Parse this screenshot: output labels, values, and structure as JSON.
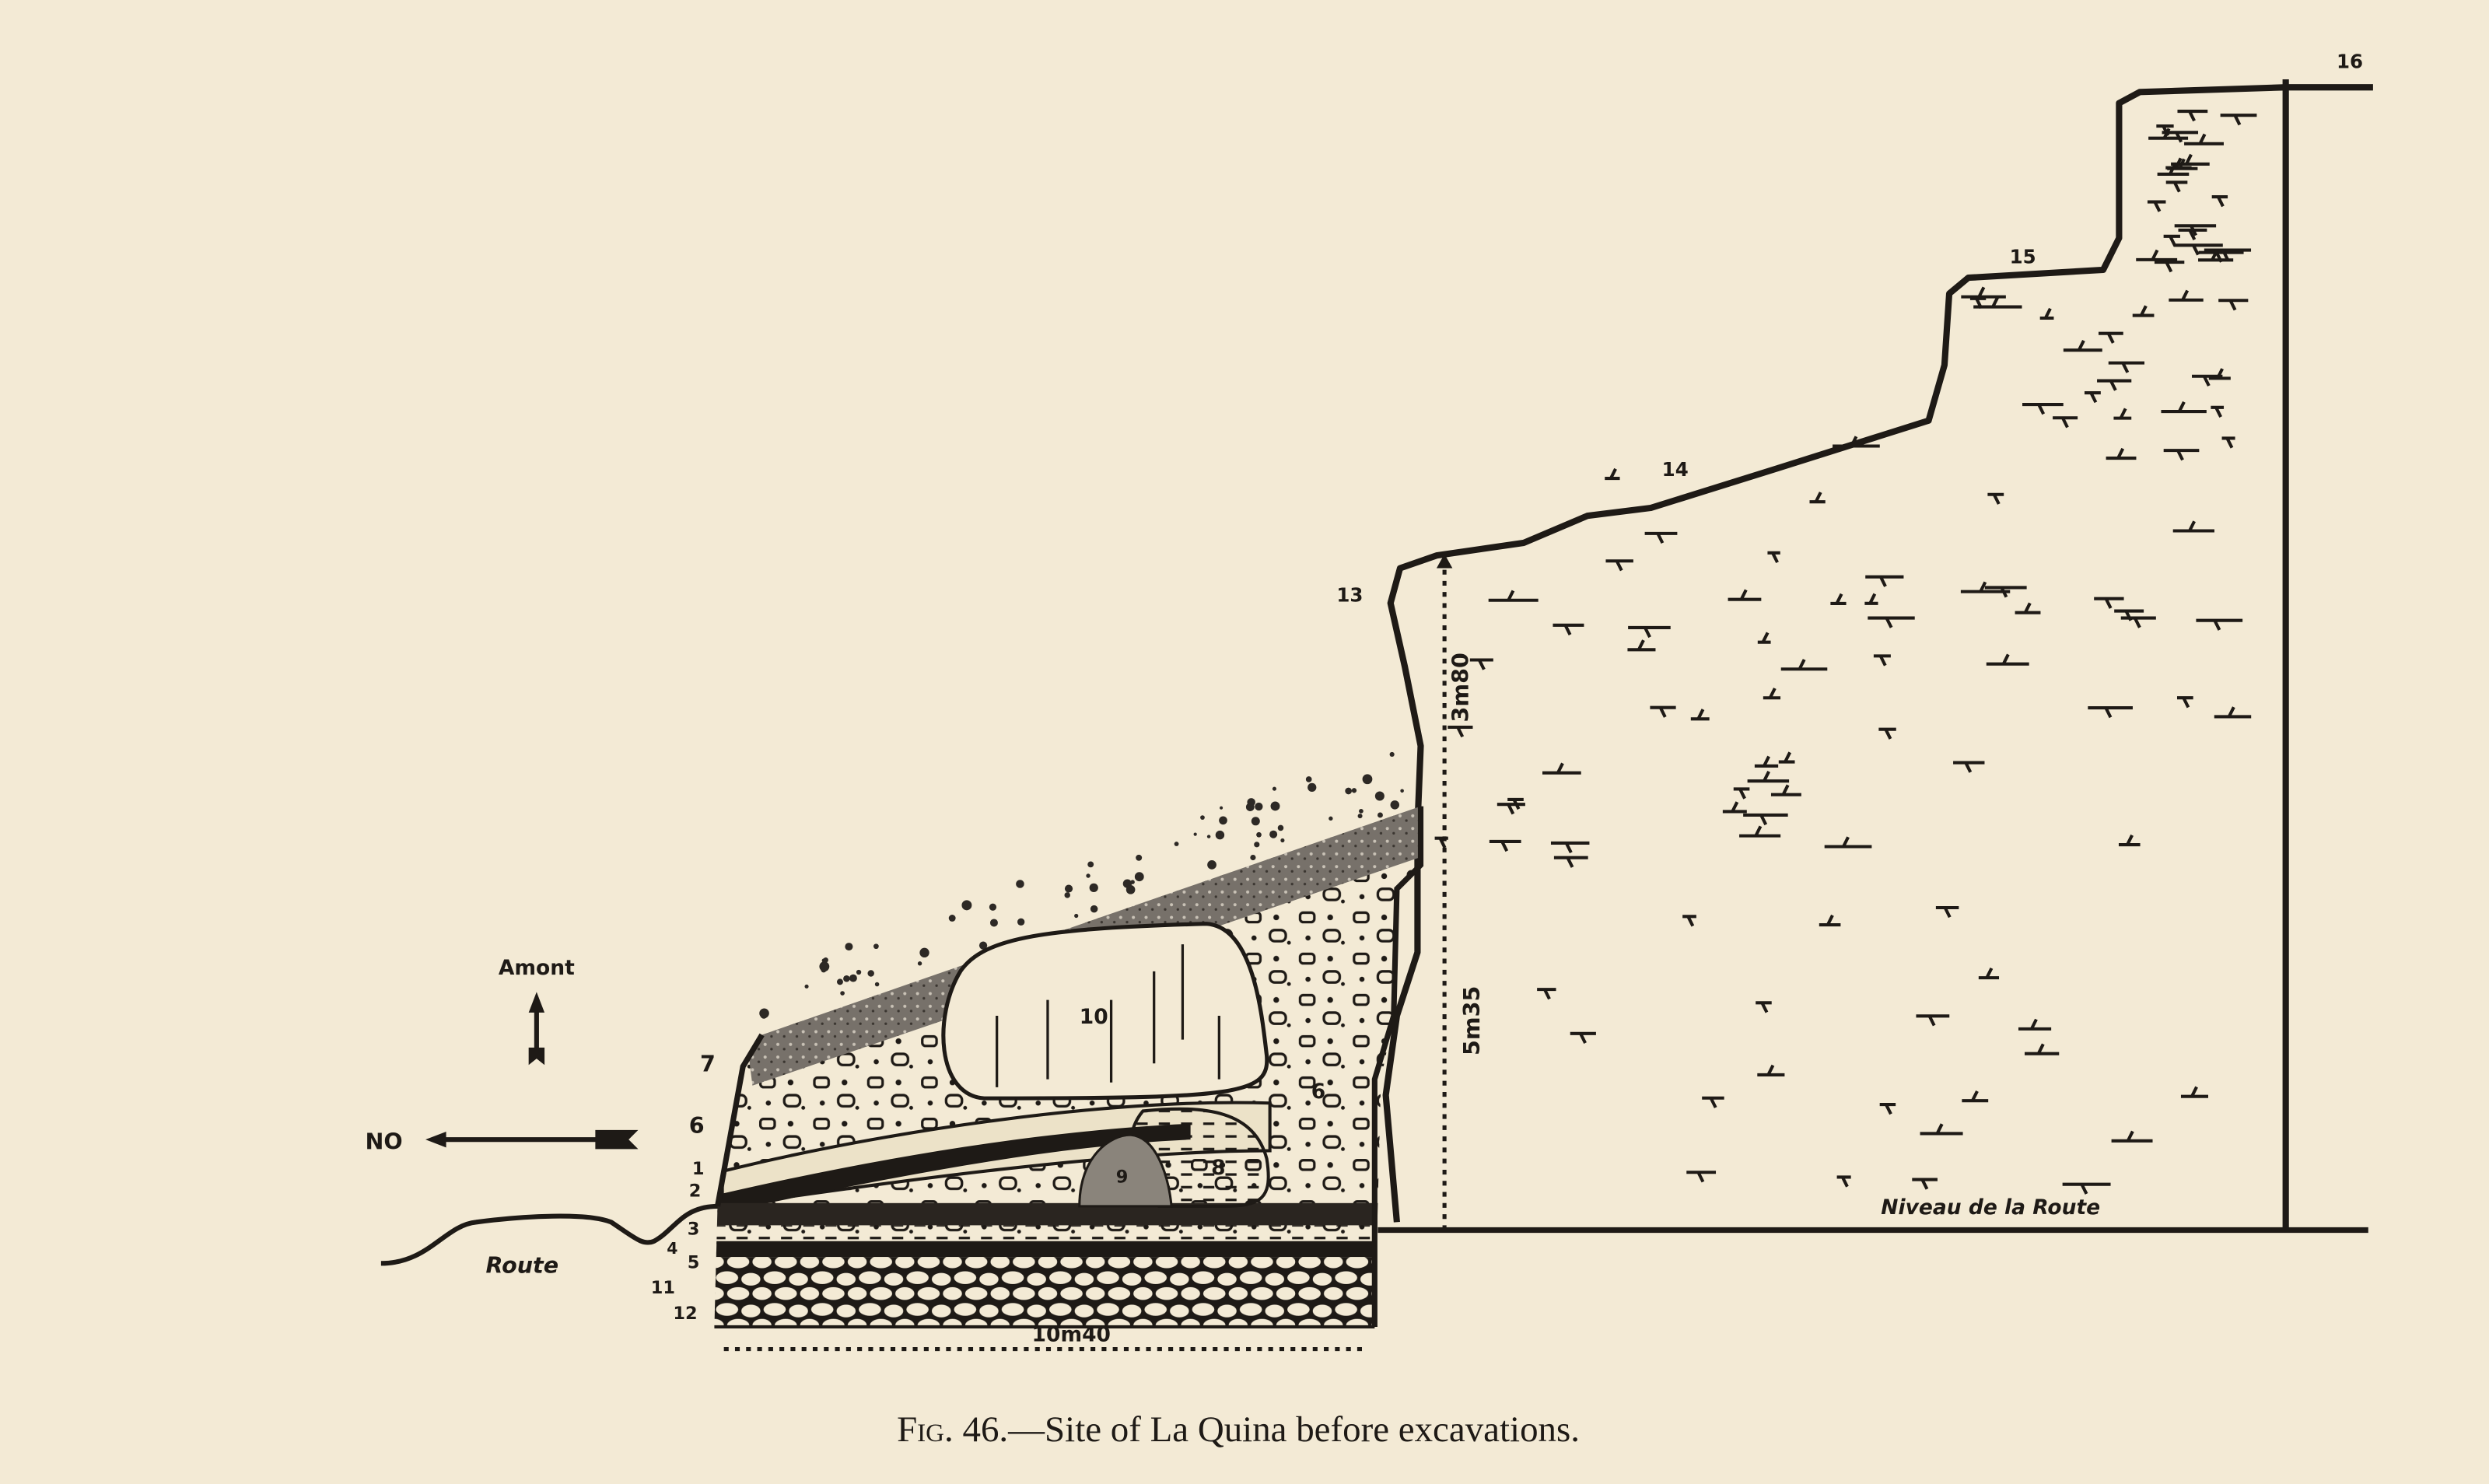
{
  "figure": {
    "caption_prefix": "Fig.",
    "caption_number": "46.",
    "caption_text": "—Site of La Quina before excavations."
  },
  "labels": {
    "orientation_up": "Amont",
    "orientation_left": "NO",
    "road": "Route",
    "road_level": "Niveau de la Route",
    "height_upper": "3m80",
    "height_lower": "5m35",
    "width_base": "10m40"
  },
  "layer_numbers": {
    "l1": "1",
    "l2": "2",
    "l3": "3",
    "l4": "4",
    "l5": "5",
    "l6": "6",
    "l6b": "6",
    "l7": "7",
    "l8": "8",
    "l9": "9",
    "l10": "10",
    "l11": "11",
    "l12": "12",
    "p13": "13",
    "p14": "14",
    "p15": "15",
    "p16": "16"
  },
  "colors": {
    "paper": "#f3ead5",
    "ink": "#1e1a16",
    "gray_band": "#6f6a64"
  }
}
